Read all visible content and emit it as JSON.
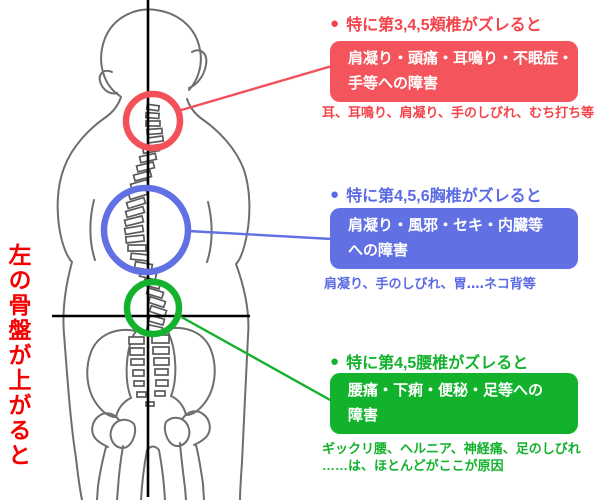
{
  "diagram": {
    "title_note": "左の骨盤が上がると",
    "bullet": "●"
  },
  "colors": {
    "red_accent": "#f4505a",
    "blue_accent": "#6170e3",
    "green_accent": "#12b22c",
    "left_note_red": "#f40000",
    "body_outline_gray": "#6e6e6e",
    "plumb_line_black": "#000000"
  },
  "sections": {
    "cervical": {
      "heading": "特に第3,4,5頬椎がズレると",
      "box_lines": [
        "肩凝り・頭痛・耳鳴り・不眠症・",
        "手等への障害"
      ],
      "note_lines": [
        "耳、耳鳴り、肩凝り、手のしびれ、むち打ち等"
      ]
    },
    "thoracic": {
      "heading": "特に第4,5,6胸椎がズレると",
      "box_lines": [
        "肩凝り・風邪・セキ・内臓等",
        "への障害"
      ],
      "note_lines": [
        "肩凝り、手のしびれ、胃‥‥ネコ背等"
      ]
    },
    "lumbar": {
      "heading": "特に第4,5腰椎がズレると",
      "box_lines": [
        "腰痛・下痢・便秘・足等への",
        "障害"
      ],
      "note_lines": [
        "ギックリ腰、ヘルニア、神経痛、足のしびれ",
        "……は、ほとんどがここが原因"
      ]
    }
  }
}
